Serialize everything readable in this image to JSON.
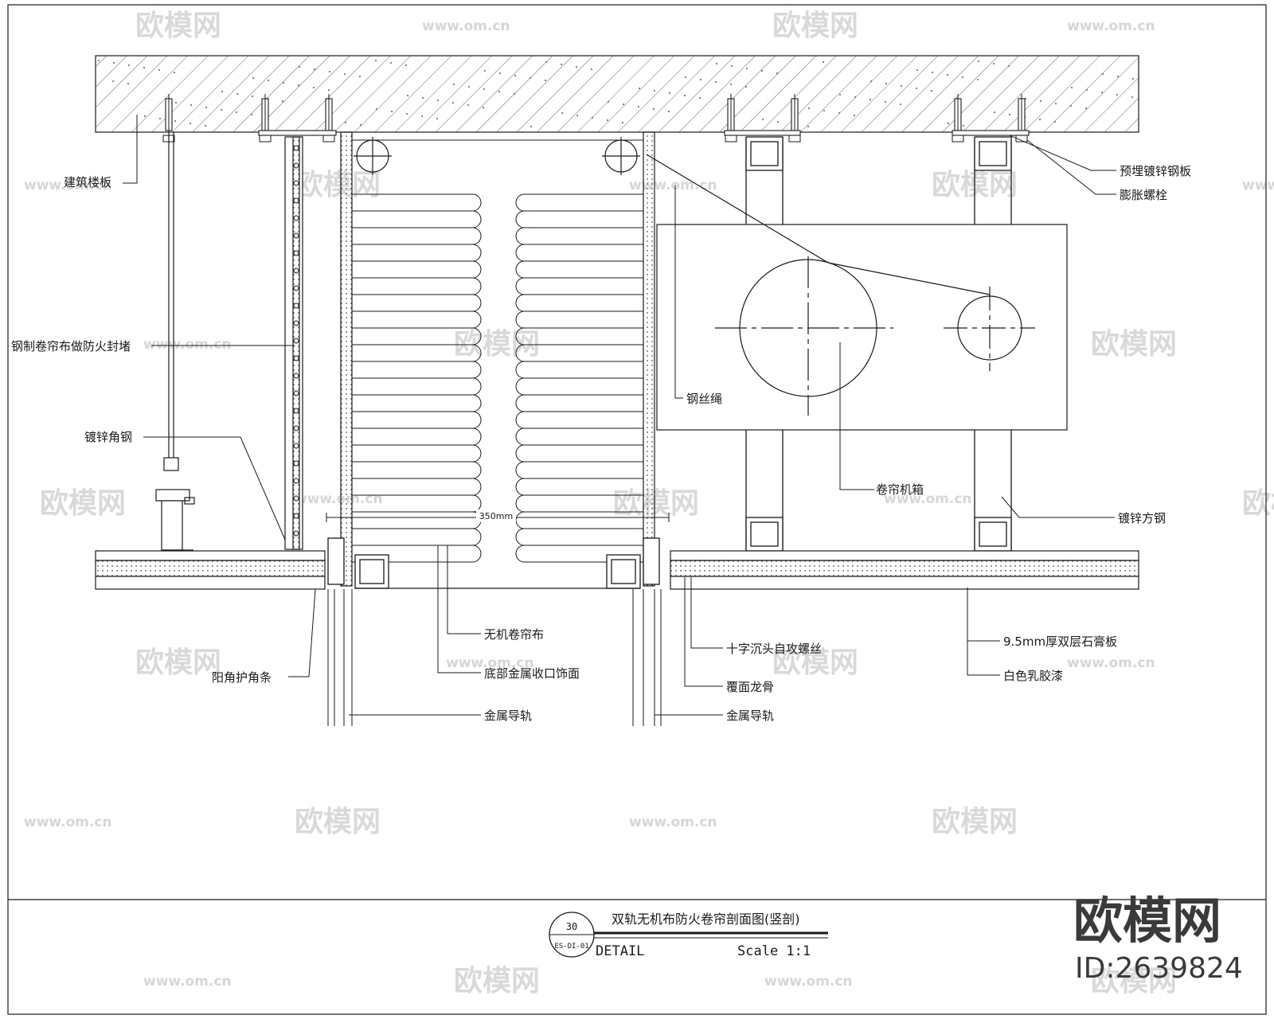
{
  "watermark": {
    "brand": "欧模网",
    "url": "www.om.cn"
  },
  "labels": {
    "floor_slab": "建筑楼板",
    "embedded_plate": "预埋镀锌钢板",
    "expansion_bolt": "膨胀螺栓",
    "steel_curtain_seal": "钢制卷帘布做防火封堵",
    "angle_steel": "镀锌角钢",
    "wire_rope": "钢丝绳",
    "curtain_box": "卷帘机箱",
    "square_steel": "镀锌方钢",
    "dim_350": "350mm",
    "inorganic_cloth": "无机卷帘布",
    "bottom_trim": "底部金属收口饰面",
    "protective_angle": "阳角护角条",
    "screw": "十字沉头自攻螺丝",
    "keel": "覆面龙骨",
    "gypsum": "9.5mm厚双层石膏板",
    "paint": "白色乳胶漆",
    "guide_rail_left": "金属导轨",
    "guide_rail_right": "金属导轨"
  },
  "title_block": {
    "number": "30",
    "sheet": "ES-DI-01",
    "title": "双轨无机布防火卷帘剖面图(竖剖)",
    "detail": "DETAIL",
    "scale": "Scale 1:1"
  },
  "brand": {
    "name": "欧模网",
    "id": "ID:2639824"
  },
  "colors": {
    "line": "#1a1a1a",
    "hatch": "#555555",
    "watermark": "#d9d9d9"
  }
}
